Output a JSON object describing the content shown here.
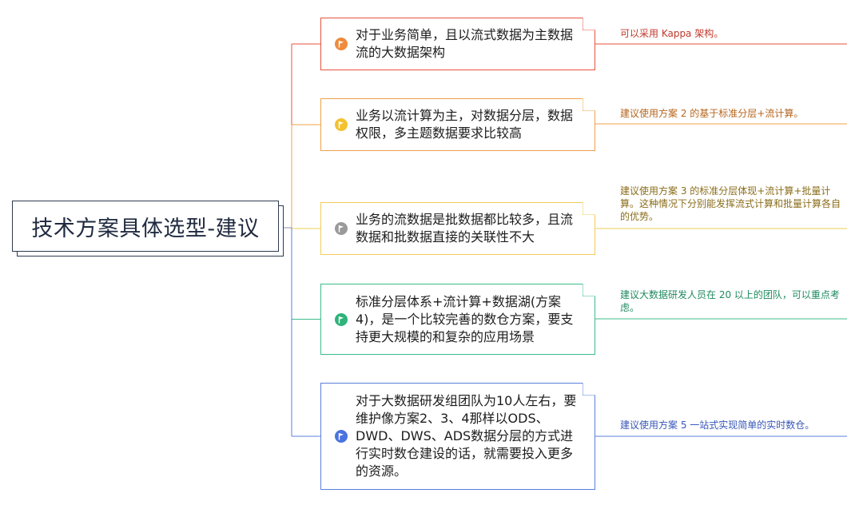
{
  "root": {
    "label": "技术方案具体选型-建议"
  },
  "branches": [
    {
      "text": "对于业务简单，且以流式数据为主数据流的大数据架构",
      "note": "可以采用 Kappa 架构。",
      "color": "#e8533f",
      "flag_color": "#f08a3c",
      "note_color": "#c0392b",
      "icon": "flag-icon"
    },
    {
      "text": "业务以流计算为主，对数据分层，数据权限，多主题数据要求比较高",
      "note": "建议使用方案 2 的基于标准分层+流计算。",
      "color": "#f0a04b",
      "flag_color": "#f2c230",
      "note_color": "#b5651d",
      "icon": "flag-icon"
    },
    {
      "text": "业务的流数据是批数据都比较多，且流数据和批数据直接的关联性不大",
      "note": "建议使用方案 3 的标准分层体现+流计算+批量计算。这种情况下分别能发挥流式计算和批量计算各自的优势。",
      "color": "#f2cc5a",
      "flag_color": "#9a9a9a",
      "note_color": "#8a6d1a",
      "icon": "flag-icon"
    },
    {
      "text": "标准分层体系+流计算+数据湖(方案4)，是一个比较完善的数仓方案，要支持更大规模的和复杂的应用场景",
      "note": "建议大数据研发人员在 20 以上的团队，可以重点考虑。",
      "color": "#3dbb8a",
      "flag_color": "#2fb37a",
      "note_color": "#1f8a5e",
      "icon": "flag-icon"
    },
    {
      "text": "对于大数据研发组团队为10人左右，要维护像方案2、3、4那样以ODS、DWD、DWS、ADS数据分层的方式进行实时数仓建设的话，就需要投入更多的资源。",
      "note": "建议使用方案 5 一站式实现简单的实时数仓。",
      "color": "#5a7fdc",
      "flag_color": "#4a72e0",
      "note_color": "#3857b8",
      "icon": "flag-icon"
    }
  ]
}
